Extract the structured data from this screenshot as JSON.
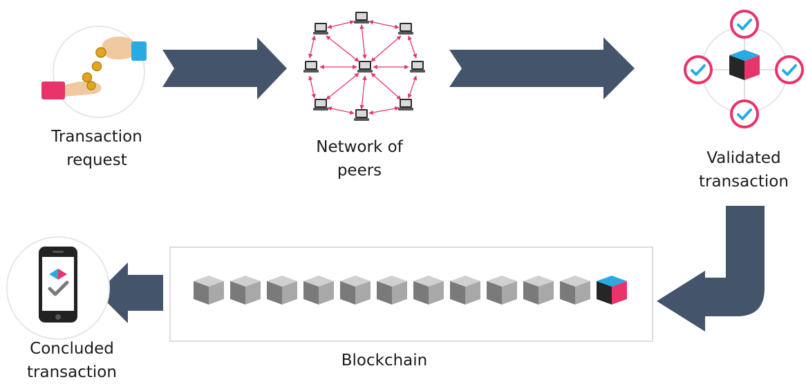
{
  "diagram": {
    "steps": [
      {
        "id": "request",
        "line1": "Transaction",
        "line2": "request"
      },
      {
        "id": "network",
        "line1": "Network of",
        "line2": "peers"
      },
      {
        "id": "validated",
        "line1": "Validated",
        "line2": "transaction"
      },
      {
        "id": "blockchain",
        "line1": "Blockchain",
        "line2": ""
      },
      {
        "id": "concluded",
        "line1": "Concluded",
        "line2": "transaction"
      }
    ],
    "colors": {
      "arrow": "#44546a",
      "accent_pink": "#e8336b",
      "accent_blue": "#29abe2",
      "cube_grey": "#8c8c8c",
      "cube_dark": "#262626",
      "circle_border": "#e6e6e6"
    },
    "icons": [
      "hand-coins-icon",
      "peer-network-icon",
      "validation-cube-icon",
      "blockchain-cubes-icon",
      "smartphone-check-icon"
    ]
  }
}
